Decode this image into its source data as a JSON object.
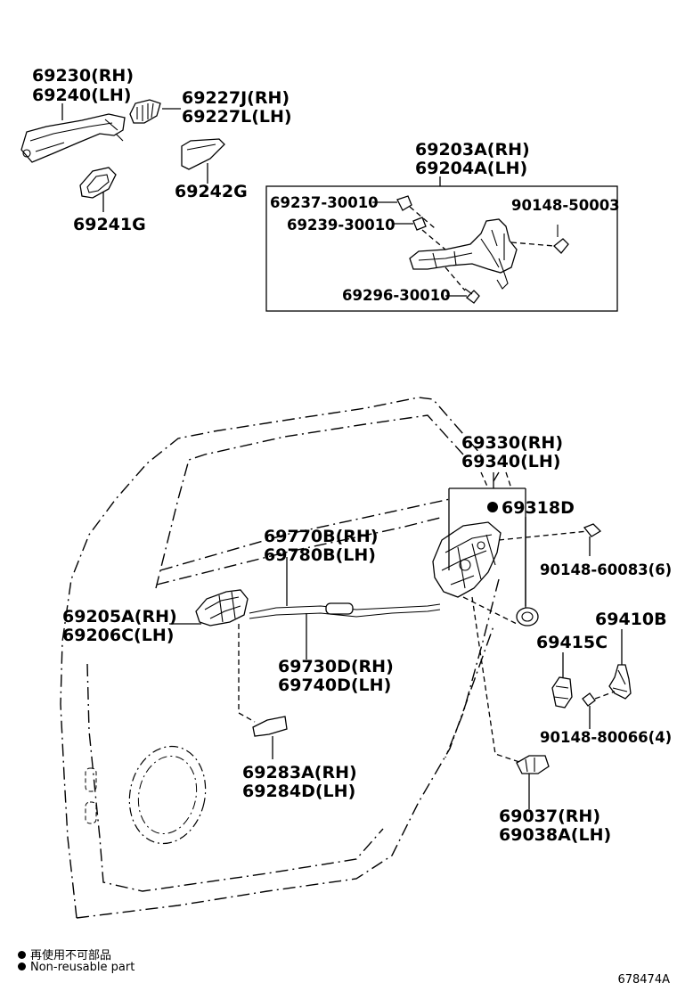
{
  "labels": {
    "p69230": "69230(RH)",
    "p69240": "69240(LH)",
    "p69227j": "69227J(RH)",
    "p69227l": "69227L(LH)",
    "p69242g": "69242G",
    "p69241g": "69241G",
    "p69203a": "69203A(RH)",
    "p69204a": "69204A(LH)",
    "p69237": "69237-30010",
    "p69239": "69239-30010",
    "p90148_50003": "90148-50003",
    "p69296": "69296-30010",
    "p69330": "69330(RH)",
    "p69340": "69340(LH)",
    "p69318d": "69318D",
    "p69770b": "69770B(RH)",
    "p69780b": "69780B(LH)",
    "p90148_60083": "90148-60083(6)",
    "p69205a": "69205A(RH)",
    "p69206c": "69206C(LH)",
    "p69410b": "69410B",
    "p69415c": "69415C",
    "p69730d": "69730D(RH)",
    "p69740d": "69740D(LH)",
    "p90148_80066": "90148-80066(4)",
    "p69283a": "69283A(RH)",
    "p69284d": "69284D(LH)",
    "p69037": "69037(RH)",
    "p69038a": "69038A(LH)"
  },
  "legend": {
    "line1": "再使用不可部品",
    "line2": "Non-reusable part",
    "bullet_icon": "filled-circle-icon"
  },
  "figure_id": "678474A"
}
